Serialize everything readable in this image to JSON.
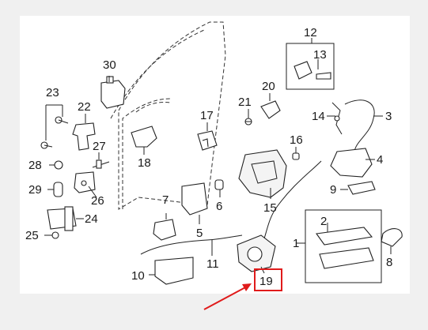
{
  "diagram": {
    "labels": {
      "l1": "1",
      "l2": "2",
      "l3": "3",
      "l4": "4",
      "l5": "5",
      "l6": "6",
      "l7": "7",
      "l8": "8",
      "l9": "9",
      "l10": "10",
      "l11": "11",
      "l12": "12",
      "l13": "13",
      "l14": "14",
      "l15": "15",
      "l16": "16",
      "l17": "17",
      "l18": "18",
      "l19": "19",
      "l20": "20",
      "l21": "21",
      "l22": "22",
      "l23": "23",
      "l24": "24",
      "l25": "25",
      "l26": "26",
      "l27": "27",
      "l28": "28",
      "l29": "29",
      "l30": "30"
    },
    "highlight_color": "#e01b1b"
  }
}
